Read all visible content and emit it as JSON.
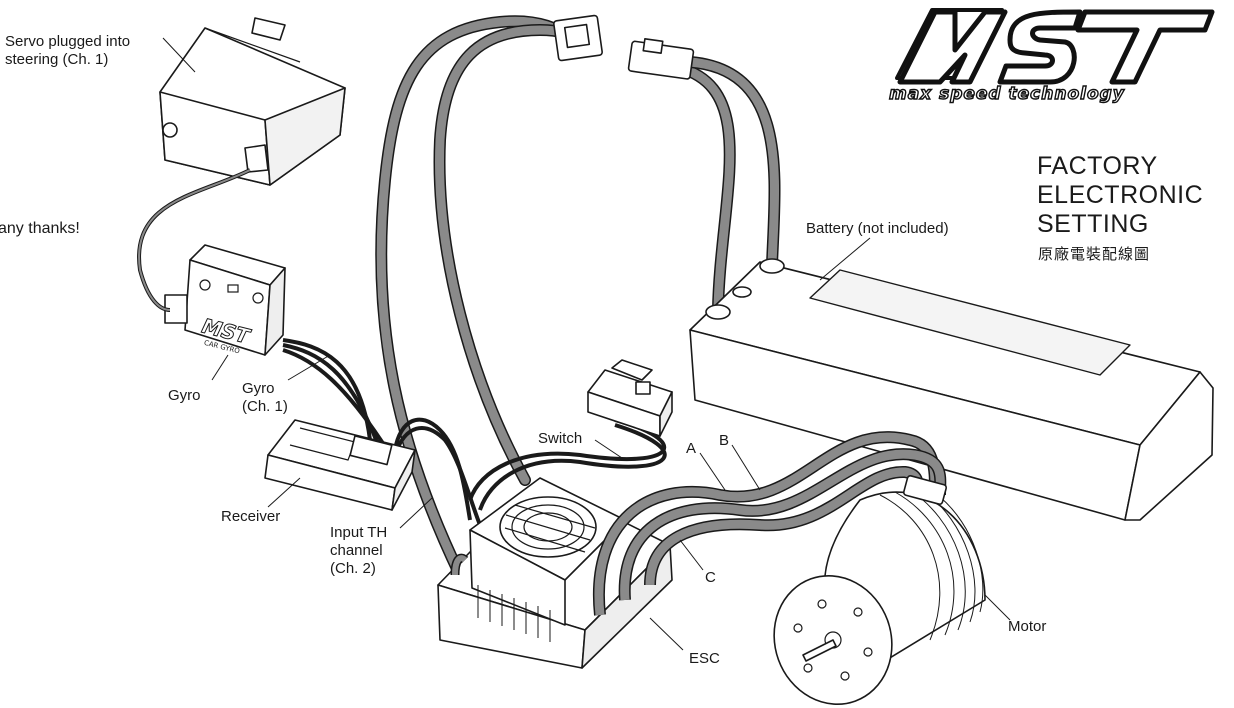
{
  "brand": {
    "logo_text": "MST",
    "logo_subtitle": "max speed technology"
  },
  "heading": {
    "line1": "FACTORY",
    "line2": "ELECTRONIC",
    "line3": "SETTING",
    "chinese": "原廠電裝配線圖"
  },
  "side_note": "any thanks!",
  "gyro_case_text": "MST",
  "gyro_case_subtext": "CAR GYRO",
  "labels": {
    "servo": "Servo plugged into\nsteering (Ch. 1)",
    "gyro": "Gyro",
    "gyro_channel": "Gyro\n(Ch. 1)",
    "receiver": "Receiver",
    "input_th": "Input TH\nchannel\n(Ch. 2)",
    "switch": "Switch",
    "battery": "Battery (not included)",
    "wire_a": "A",
    "wire_b": "B",
    "wire_c": "C",
    "esc": "ESC",
    "motor": "Motor"
  },
  "colors": {
    "line": "#1a1a1a",
    "wire": "#8a8a8a",
    "body_fill": "#ffffff",
    "shade": "#e6e6e6"
  }
}
